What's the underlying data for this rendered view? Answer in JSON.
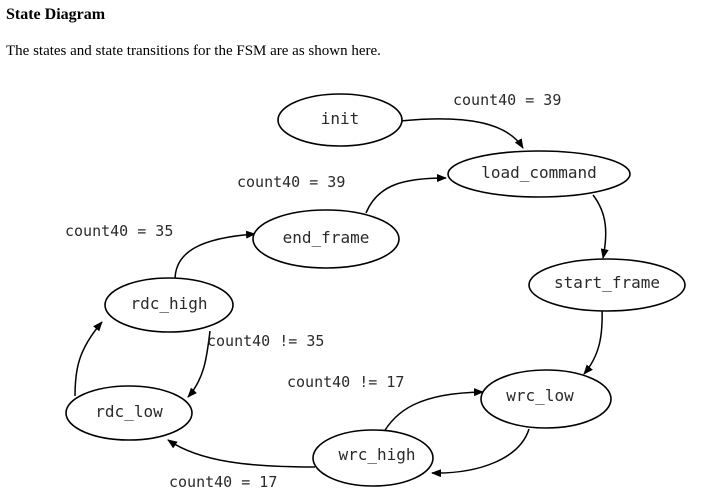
{
  "page": {
    "heading": "State Diagram",
    "intro": "The states and state transitions for the FSM are as shown here."
  },
  "diagram": {
    "states": {
      "init": "init",
      "load_command": "load_command",
      "end_frame": "end_frame",
      "start_frame": "start_frame",
      "rdc_high": "rdc_high",
      "wrc_low": "wrc_low",
      "rdc_low": "rdc_low",
      "wrc_high": "wrc_high"
    },
    "transitions": {
      "init_to_load_command": "count40 = 39",
      "end_frame_to_load_command": "count40 = 39",
      "rdc_high_to_end_frame": "count40 = 35",
      "rdc_high_to_rdc_low": "count40 != 35",
      "wrc_high_to_wrc_low": "count40 != 17",
      "wrc_high_to_rdc_low": "count40 = 17"
    }
  }
}
